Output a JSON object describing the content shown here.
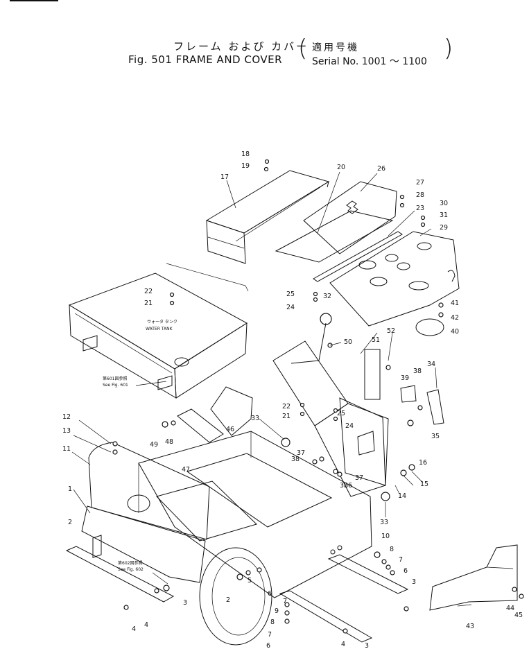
{
  "title": {
    "jp": "フレーム および カバー",
    "en": "Fig. 501 FRAME AND COVER",
    "serial_jp": "適用号機",
    "serial_en": "Serial  No. 1001 ～ 1100"
  },
  "notes": {
    "water_tank_jp": "ウォータ タンク",
    "water_tank_en": "WATER TANK",
    "ref_601_jp": "第601図参照",
    "ref_601_en": "See Fig. 601",
    "ref_602_jp": "第602図参照",
    "ref_602_en": "See Fig. 602"
  },
  "callouts": [
    "18",
    "19",
    "17",
    "20",
    "26",
    "27",
    "28",
    "23",
    "30",
    "31",
    "29",
    "22",
    "21",
    "25",
    "24",
    "32",
    "41",
    "42",
    "40",
    "50",
    "51",
    "52",
    "34",
    "39",
    "38",
    "22",
    "21",
    "25",
    "24",
    "12",
    "13",
    "11",
    "49",
    "48",
    "47",
    "46",
    "33",
    "37",
    "38",
    "37",
    "36",
    "35",
    "16",
    "15",
    "14",
    "38",
    "33",
    "1",
    "2",
    "10",
    "8",
    "7",
    "6",
    "3",
    "4",
    "4",
    "3",
    "2",
    "5",
    "6",
    "7",
    "9",
    "8",
    "7",
    "6",
    "4",
    "3",
    "44",
    "45",
    "43"
  ]
}
